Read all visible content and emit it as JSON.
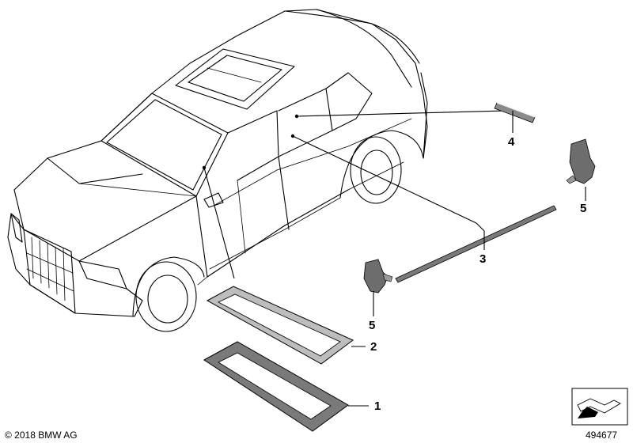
{
  "callouts": [
    {
      "id": "1",
      "label": "1"
    },
    {
      "id": "2",
      "label": "2"
    },
    {
      "id": "3",
      "label": "3"
    },
    {
      "id": "4",
      "label": "4"
    },
    {
      "id": "5a",
      "label": "5"
    },
    {
      "id": "5b",
      "label": "5"
    }
  ],
  "footer": {
    "copyright": "© 2018 BMW AG",
    "diagram_number": "494677"
  },
  "colors": {
    "line": "#000000",
    "part_fill": "#7a7a7a",
    "part_light": "#bdbdbd",
    "background": "#ffffff"
  }
}
